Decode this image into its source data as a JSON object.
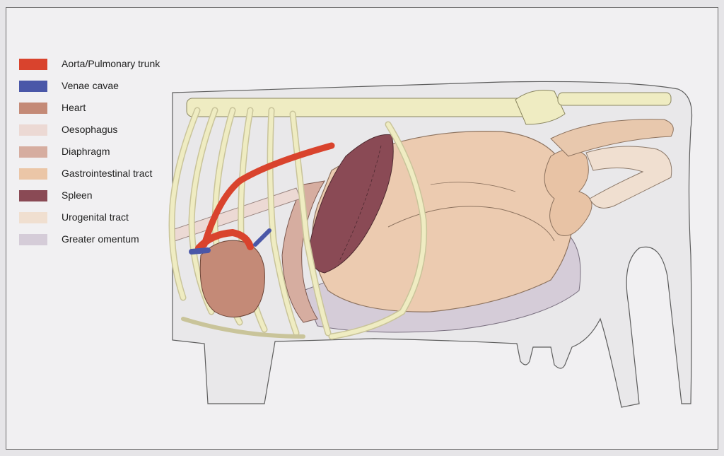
{
  "legend": {
    "items": [
      {
        "label": "Aorta/Pulmonary trunk",
        "color": "#d9432d"
      },
      {
        "label": "Venae cavae",
        "color": "#4a57a8"
      },
      {
        "label": "Heart",
        "color": "#c48a77"
      },
      {
        "label": "Oesophagus",
        "color": "#ecd9d4"
      },
      {
        "label": "Diaphragm",
        "color": "#d6ada0"
      },
      {
        "label": "Gastrointestinal tract",
        "color": "#ebc6a7"
      },
      {
        "label": "Spleen",
        "color": "#8a4a55"
      },
      {
        "label": "Urogenital tract",
        "color": "#f0dfd0"
      },
      {
        "label": "Greater omentum",
        "color": "#d5ccd8"
      }
    ]
  },
  "colors": {
    "bone": "#efecc2",
    "body_outline": "#5d5d5d",
    "body_fill": "#ebeaec"
  }
}
